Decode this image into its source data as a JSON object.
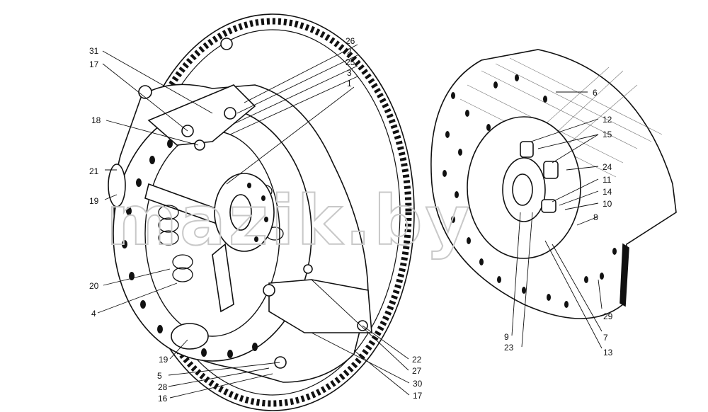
{
  "watermark": "mazik.by",
  "labels": {
    "l26": "26",
    "l2": "2",
    "l25": "25",
    "l3": "3",
    "l1": "1",
    "l31": "31",
    "l17a": "17",
    "l18": "18",
    "l21": "21",
    "l19a": "19",
    "l20": "20",
    "l4": "4",
    "l19b": "19",
    "l5": "5",
    "l28": "28",
    "l16": "16",
    "l22": "22",
    "l27": "27",
    "l30": "30",
    "l17b": "17",
    "l6": "6",
    "l12": "12",
    "l15": "15",
    "l24": "24",
    "l11": "11",
    "l14": "14",
    "l10": "10",
    "l8": "8",
    "l29": "29",
    "l7": "7",
    "l13": "13",
    "l9": "9",
    "l23": "23"
  }
}
